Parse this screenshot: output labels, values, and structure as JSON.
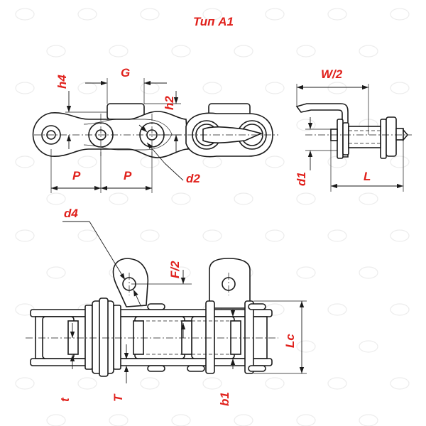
{
  "diagram": {
    "title": "Тип А1",
    "labels": {
      "h4": "h4",
      "G": "G",
      "h2": "h2",
      "P1": "P",
      "P2": "P",
      "d2": "d2",
      "W2": "W/2",
      "d1": "d1",
      "L": "L",
      "d4": "d4",
      "F2": "F/2",
      "Lc": "Lc",
      "t": "t",
      "T": "T",
      "b1": "b1"
    }
  }
}
